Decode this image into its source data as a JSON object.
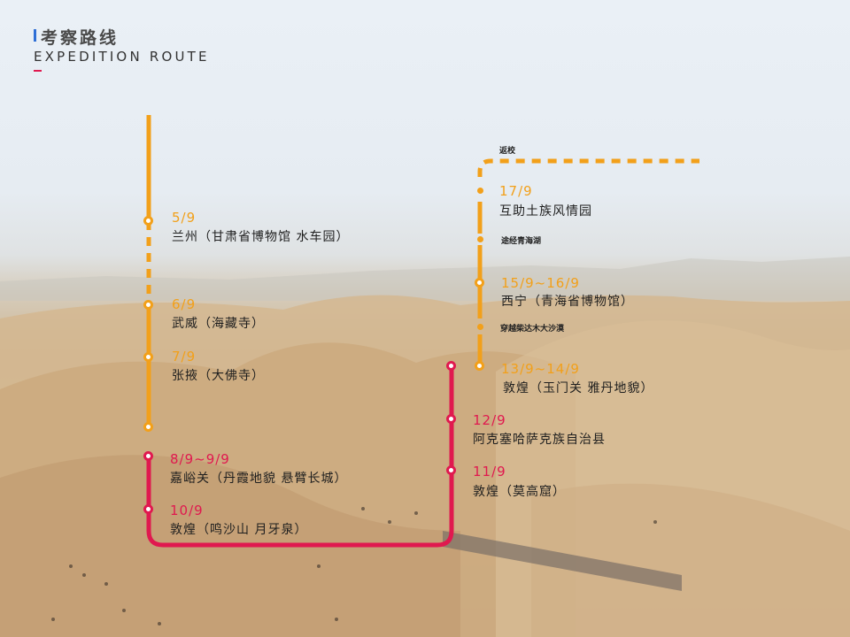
{
  "header": {
    "title_cn": "考察路线",
    "title_en": "EXPEDITION ROUTE"
  },
  "colors": {
    "route_yellow": "#f2a01a",
    "route_red": "#e0194f",
    "accent_blue": "#2f6fd6"
  },
  "stops": [
    {
      "date": "5/9",
      "place": "兰州（甘肃省博物馆 水车园）"
    },
    {
      "date": "6/9",
      "place": "武威（海藏寺）"
    },
    {
      "date": "7/9",
      "place": "张掖（大佛寺）"
    },
    {
      "date": "8/9~9/9",
      "place": "嘉峪关（丹霞地貌 悬臂长城）"
    },
    {
      "date": "10/9",
      "place": "敦煌（鸣沙山 月牙泉）"
    },
    {
      "date": "11/9",
      "place": "敦煌（莫高窟）"
    },
    {
      "date": "12/9",
      "place": "阿克塞哈萨克族自治县"
    },
    {
      "date": "13/9~14/9",
      "place": "敦煌（玉门关 雅丹地貌）"
    },
    {
      "date": "15/9~16/9",
      "place": "西宁（青海省博物馆）"
    },
    {
      "date": "17/9",
      "place": "互助土族风情园"
    }
  ],
  "notes": {
    "return": "返校",
    "via_lake": "途经青海湖",
    "via_desert": "穿越柴达木大沙漠"
  }
}
